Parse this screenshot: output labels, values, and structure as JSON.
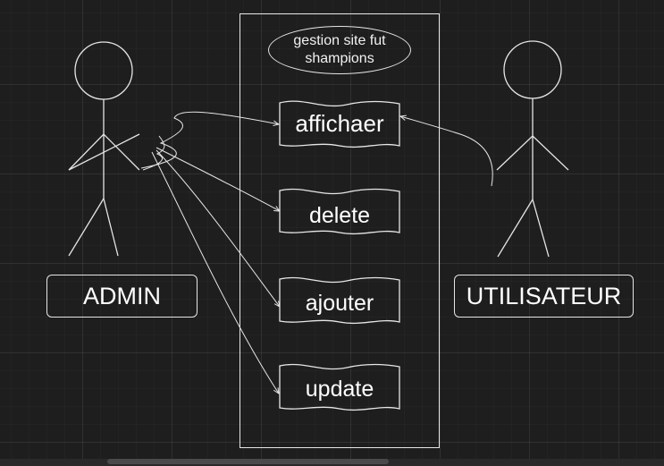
{
  "diagram": {
    "system": {
      "title": "gestion site fut shampions"
    },
    "use_cases": [
      {
        "label": "affichaer"
      },
      {
        "label": "delete"
      },
      {
        "label": "ajouter"
      },
      {
        "label": "update"
      }
    ],
    "actors": [
      {
        "label": "ADMIN"
      },
      {
        "label": "UTILISATEUR"
      }
    ],
    "colors": {
      "background": "#1e1e1e",
      "stroke": "#e6e6e6",
      "text": "#ffffff"
    }
  }
}
